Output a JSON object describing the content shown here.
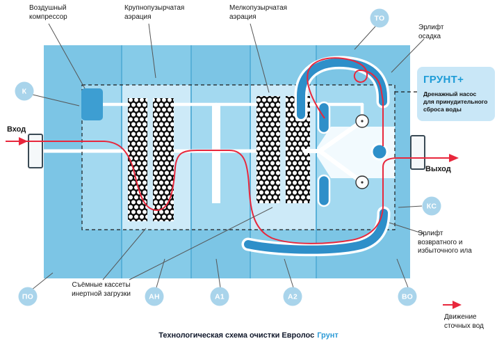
{
  "labels": {
    "air_compressor": "Воздушный компрессор",
    "coarse_aeration": "Крупнопузырчатая аэрация",
    "fine_aeration": "Мелкопузырчатая аэрация",
    "sludge_airlift": "Эрлифт осадка",
    "inlet": "Вход",
    "outlet": "Выход",
    "cassettes": "Съёмные кассеты инертной загрузки",
    "return_airlift": "Эрлифт возвратного и избыточного ила",
    "flow_legend": "Движение сточных вод"
  },
  "panel": {
    "title": "ГРУНТ+",
    "description": "Дренажный насос для принудительного сброса воды"
  },
  "badges": [
    {
      "id": "k",
      "label": "К"
    },
    {
      "id": "to",
      "label": "ТО"
    },
    {
      "id": "po",
      "label": "ПО"
    },
    {
      "id": "an",
      "label": "АН"
    },
    {
      "id": "a1",
      "label": "А1"
    },
    {
      "id": "a2",
      "label": "А2"
    },
    {
      "id": "vo",
      "label": "ВО"
    },
    {
      "id": "ks",
      "label": "КС"
    }
  ],
  "caption": {
    "main": "Технологическая схема очистки Евролос",
    "accent": "Грунт"
  },
  "colors": {
    "tank_blue": "#7cc5e5",
    "tank_light": "#cdeaf8",
    "pipe_blue": "#2e8fc9",
    "flow_red": "#e8273c",
    "badge_blue": "#a9d4eb",
    "accent_blue": "#1e9cd7",
    "caption_accent": "#2e9bd6"
  }
}
